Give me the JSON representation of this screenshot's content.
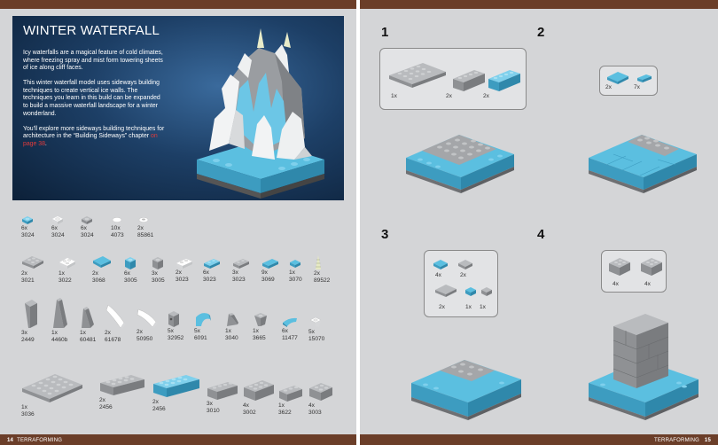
{
  "left_page": {
    "hero": {
      "title": "WINTER WATERFALL",
      "para1": "Icy waterfalls are a magical feature of cold climates, where freezing spray and mist form towering sheets of ice along cliff faces.",
      "para2": "This winter waterfall model uses sideways building techniques to create vertical ice walls. The techniques you learn in this build can be expanded to build a massive waterfall landscape for a winter wonderland.",
      "para3_text": "You'll explore more sideways building techniques for architecture in the “Building Sideways” chapter",
      "para3_link": "on page 38",
      "para3_end": "."
    },
    "parts_row1": [
      {
        "qty": "6x",
        "id": "3024"
      },
      {
        "qty": "6x",
        "id": "3024"
      },
      {
        "qty": "6x",
        "id": "3024"
      },
      {
        "qty": "10x",
        "id": "4073"
      },
      {
        "qty": "2x",
        "id": "85861"
      }
    ],
    "parts_row2": [
      {
        "qty": "2x",
        "id": "3021"
      },
      {
        "qty": "1x",
        "id": "3022"
      },
      {
        "qty": "2x",
        "id": "3068"
      },
      {
        "qty": "6x",
        "id": "3005"
      },
      {
        "qty": "3x",
        "id": "3005"
      },
      {
        "qty": "2x",
        "id": "3023"
      },
      {
        "qty": "6x",
        "id": "3023"
      },
      {
        "qty": "3x",
        "id": "3023"
      },
      {
        "qty": "9x",
        "id": "3069"
      },
      {
        "qty": "1x",
        "id": "3070"
      },
      {
        "qty": "2x",
        "id": "89522"
      }
    ],
    "parts_row3": [
      {
        "qty": "3x",
        "id": "2449"
      },
      {
        "qty": "1x",
        "id": "4460b"
      },
      {
        "qty": "1x",
        "id": "60481"
      },
      {
        "qty": "2x",
        "id": "61678"
      },
      {
        "qty": "2x",
        "id": "50950"
      },
      {
        "qty": "5x",
        "id": "32952"
      },
      {
        "qty": "5x",
        "id": "6091"
      },
      {
        "qty": "1x",
        "id": "3040"
      },
      {
        "qty": "1x",
        "id": "3665"
      },
      {
        "qty": "6x",
        "id": "11477"
      },
      {
        "qty": "5x",
        "id": "15070"
      }
    ],
    "parts_row4": [
      {
        "qty": "1x",
        "id": "3036"
      },
      {
        "qty": "2x",
        "id": "2456"
      },
      {
        "qty": "2x",
        "id": "2456"
      },
      {
        "qty": "3x",
        "id": "3010"
      },
      {
        "qty": "4x",
        "id": "3002"
      },
      {
        "qty": "1x",
        "id": "3622"
      },
      {
        "qty": "4x",
        "id": "3003"
      }
    ],
    "footer": {
      "page": "14",
      "section": "TERRAFORMING"
    }
  },
  "right_page": {
    "steps": [
      {
        "number": "1",
        "callout": [
          "1x",
          "2x",
          "2x"
        ]
      },
      {
        "number": "2",
        "callout": [
          "2x",
          "7x"
        ]
      },
      {
        "number": "3",
        "callout": [
          "4x",
          "2x",
          "2x",
          "1x",
          "1x"
        ]
      },
      {
        "number": "4",
        "callout": [
          "4x",
          "4x"
        ]
      }
    ],
    "footer": {
      "section": "TERRAFORMING",
      "page": "15"
    }
  },
  "colors": {
    "gray_brick": "#a4a6a9",
    "blue_brick": "#5bbfe0",
    "white_brick": "#f4f4f4",
    "band": "#6b3e29",
    "hero": "#1d3f66"
  }
}
